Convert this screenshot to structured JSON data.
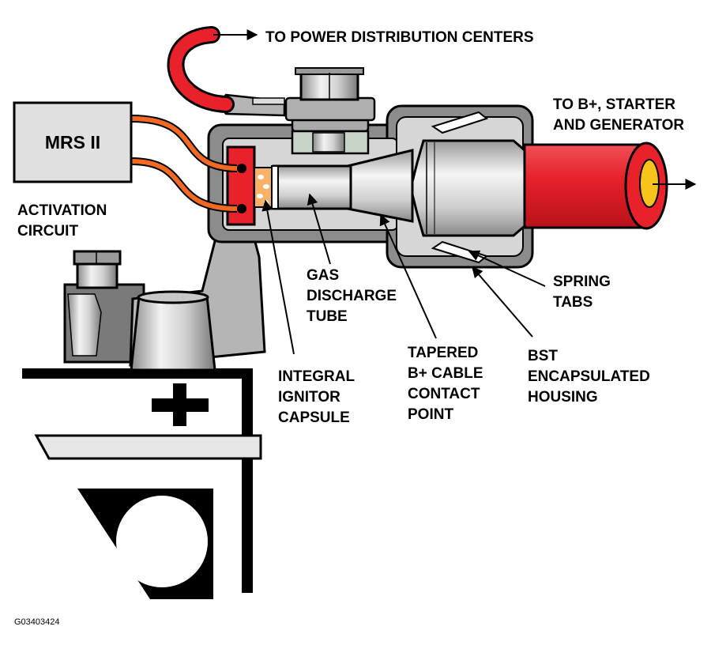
{
  "labels": {
    "power_distribution": "TO POWER DISTRIBUTION CENTERS",
    "starter_line1": "TO B+, STARTER",
    "starter_line2": "AND GENERATOR",
    "mrs": "MRS II",
    "activation_line1": "ACTIVATION",
    "activation_line2": "CIRCUIT",
    "gas_line1": "GAS",
    "gas_line2": "DISCHARGE",
    "gas_line3": "TUBE",
    "spring_line1": "SPRING",
    "spring_line2": "TABS",
    "integral_line1": "INTEGRAL",
    "integral_line2": "IGNITOR",
    "integral_line3": "CAPSULE",
    "tapered_line1": "TAPERED",
    "tapered_line2": "B+ CABLE",
    "tapered_line3": "CONTACT",
    "tapered_line4": "POINT",
    "bst_line1": "BST",
    "bst_line2": "ENCAPSULATED",
    "bst_line3": "HOUSING",
    "figure_code": "G03403424"
  },
  "colors": {
    "cable_red": "#e8212b",
    "activation_wire": "#f26a21",
    "capsule_orange": "#f7b267",
    "conductor_yellow": "#f7c41c",
    "housing_gray": "#8c8c8c",
    "metal_light": "#d9d9d9",
    "box_fill": "#e0e0e0"
  }
}
